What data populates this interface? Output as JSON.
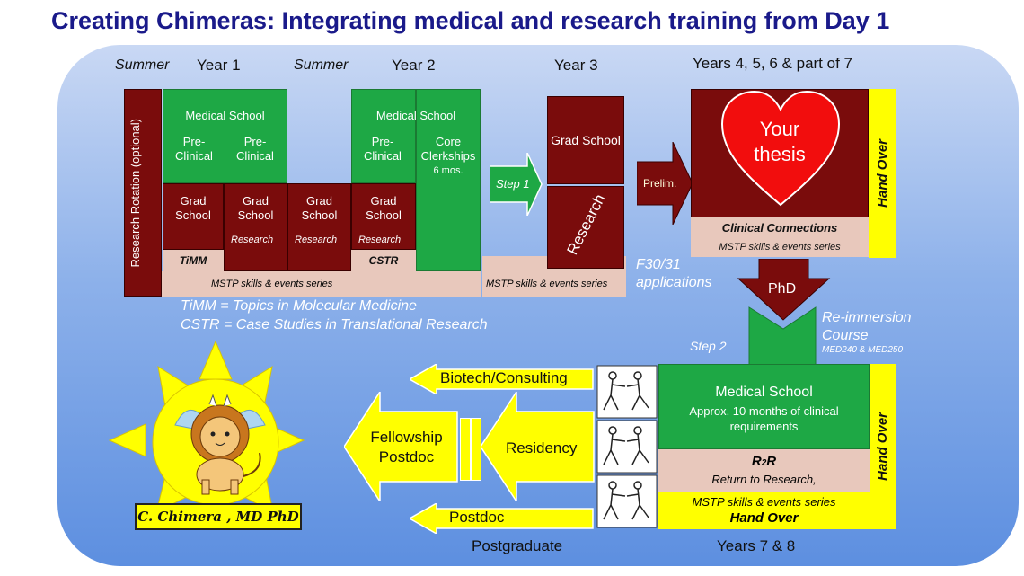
{
  "title": "Creating Chimeras: Integrating medical and research training from Day 1",
  "headers": {
    "summer1": "Summer",
    "year1": "Year 1",
    "summer2": "Summer",
    "year2": "Year 2",
    "year3": "Year 3",
    "years4to7": "Years 4, 5, 6 & part of 7",
    "postgraduate": "Postgraduate",
    "years78": "Years 7 & 8"
  },
  "year12": {
    "research_rotation": "Research Rotation (optional)",
    "med_school_y1": "Medical School",
    "med_school_y2": "Medical School",
    "pre_clinical": "Pre- Clinical",
    "core_clerkships": "Core Clerkships",
    "core_duration": "6 mos.",
    "grad_school": "Grad School",
    "research": "Research",
    "timm": "TiMM",
    "cstr": "CSTR",
    "mstp_series": "MSTP skills & events series"
  },
  "year3": {
    "step1": "Step 1",
    "grad_school": "Grad School",
    "research": "Research",
    "mstp_series": "MSTP skills & events series"
  },
  "thesis": {
    "prelim": "Prelim.",
    "your_thesis": "Your thesis",
    "clinical_connections": "Clinical Connections",
    "mstp_series": "MSTP skills & events series",
    "hand_over": "Hand Over",
    "f30": "F30/31 applications",
    "phd": "PhD"
  },
  "notes": {
    "timm_def": "TiMM = Topics in Molecular Medicine",
    "cstr_def": "CSTR = Case Studies in Translational Research"
  },
  "reimmersion": {
    "label": "Re-immersion Course",
    "courses": "MED240 & MED250",
    "step2": "Step 2"
  },
  "final": {
    "med_school": "Medical School",
    "months": "Approx. 10 months of clinical requirements",
    "r2r_r": "R",
    "r2r_2": "2",
    "r2r_r2": "R",
    "return": "Return to Research,",
    "mstp_series": "MSTP skills & events series",
    "hand_over_bottom": "Hand Over",
    "hand_over_side": "Hand Over"
  },
  "careers": {
    "biotech": "Biotech/Consulting",
    "fellowship": "Fellowship Postdoc",
    "residency": "Residency",
    "postdoc": "Postdoc"
  },
  "signature": "C. Chimera , MD PhD"
}
